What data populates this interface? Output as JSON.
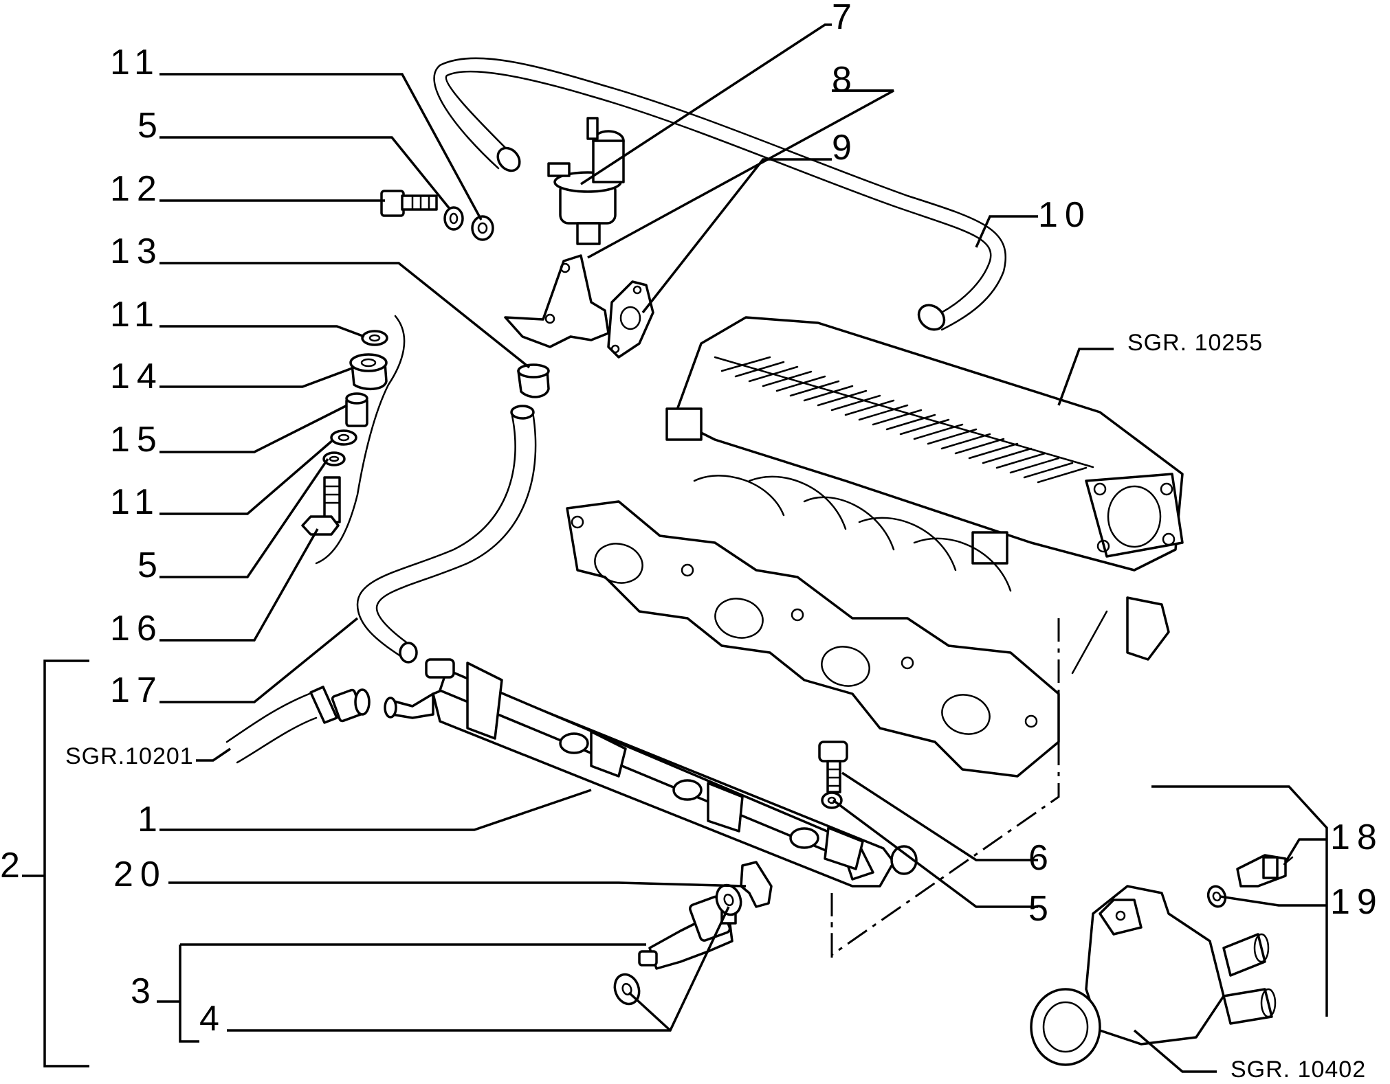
{
  "labels": {
    "l7": "7",
    "l8": "8",
    "l9": "9",
    "l10": "10",
    "l11a": "11",
    "l5a": "5",
    "l12": "12",
    "l13": "13",
    "l11b": "11",
    "l14": "14",
    "l15": "15",
    "l11c": "11",
    "l5b": "5",
    "l16": "16",
    "l17": "17",
    "l1": "1",
    "l2": "2",
    "l20": "20",
    "l3": "3",
    "l4": "4",
    "l6": "6",
    "l5c": "5",
    "l18": "18",
    "l19": "19"
  },
  "references": {
    "manifold": "SGR. 10255",
    "fuel_line": "SGR.10201",
    "thermostat": "SGR. 10402"
  }
}
